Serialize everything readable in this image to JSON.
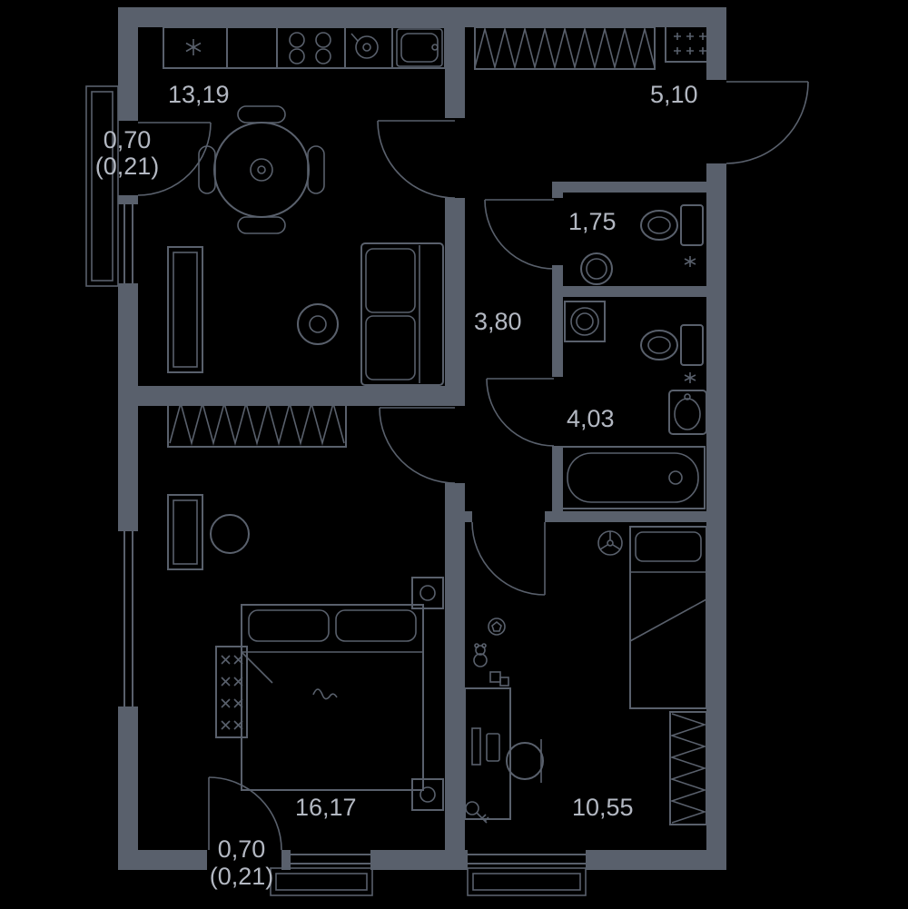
{
  "plan": {
    "colors": {
      "background": "#000000",
      "wall": "#59606c",
      "text": "#b3b8c2"
    },
    "rooms": {
      "kitchen_living": {
        "area": "13,19"
      },
      "hallway": {
        "area": "5,10"
      },
      "toilet": {
        "area": "1,75"
      },
      "corridor": {
        "area": "3,80"
      },
      "bathroom": {
        "area": "4,03"
      },
      "bedroom": {
        "area": "16,17"
      },
      "child_room": {
        "area": "10,55"
      },
      "balcony_top": {
        "area": "0,70",
        "area_factored": "(0,21)"
      },
      "balcony_bottom": {
        "area": "0,70",
        "area_factored": "(0,21)"
      }
    }
  }
}
